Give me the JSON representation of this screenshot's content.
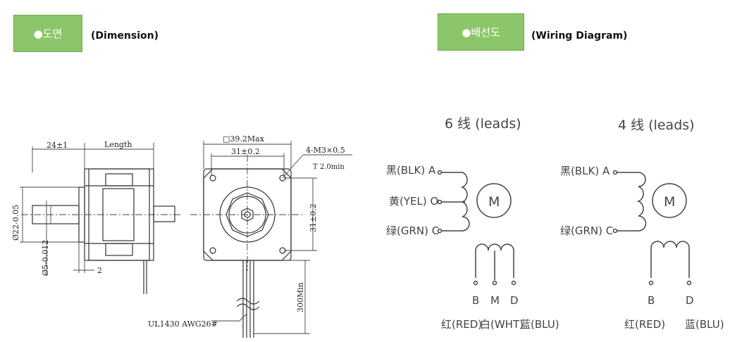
{
  "sections": {
    "dimension": {
      "tag": "●도면",
      "label": "(Dimension)"
    },
    "wiring": {
      "tag": "●배선도",
      "label": "(Wiring Diagram)"
    }
  },
  "dimension_drawing": {
    "dim_24": "24±1",
    "dim_length": "Length",
    "dim_dia22": "Ø22-0.05",
    "dim_dia5": "Ø5-0.012",
    "dim_2": "2",
    "dim_square": "□39.2Max",
    "dim_31": "31±0.2",
    "dim_31_vert": "31±0.2",
    "dim_holes": "4-M3×0.5",
    "dim_depth": "T 2.0min",
    "dim_300": "300Min",
    "cable": "UL1430 AWG26#"
  },
  "wiring": {
    "six": {
      "title": "6 线 (leads)",
      "motor": "M",
      "left_leads": [
        "黑(BLK) A",
        "黄(YEL) O",
        "绿(GRN) C"
      ],
      "bottom_letters": [
        "B",
        "M",
        "D"
      ],
      "bottom_colors": [
        "红(RED)",
        "白(WHT)",
        "蓝(BLU)"
      ]
    },
    "four": {
      "title": "4 线 (leads)",
      "motor": "M",
      "left_leads": [
        "黑(BLK) A",
        "绿(GRN) C"
      ],
      "bottom_letters": [
        "B",
        "D"
      ],
      "bottom_colors": [
        "红(RED)",
        "蓝(BLU)"
      ]
    }
  }
}
